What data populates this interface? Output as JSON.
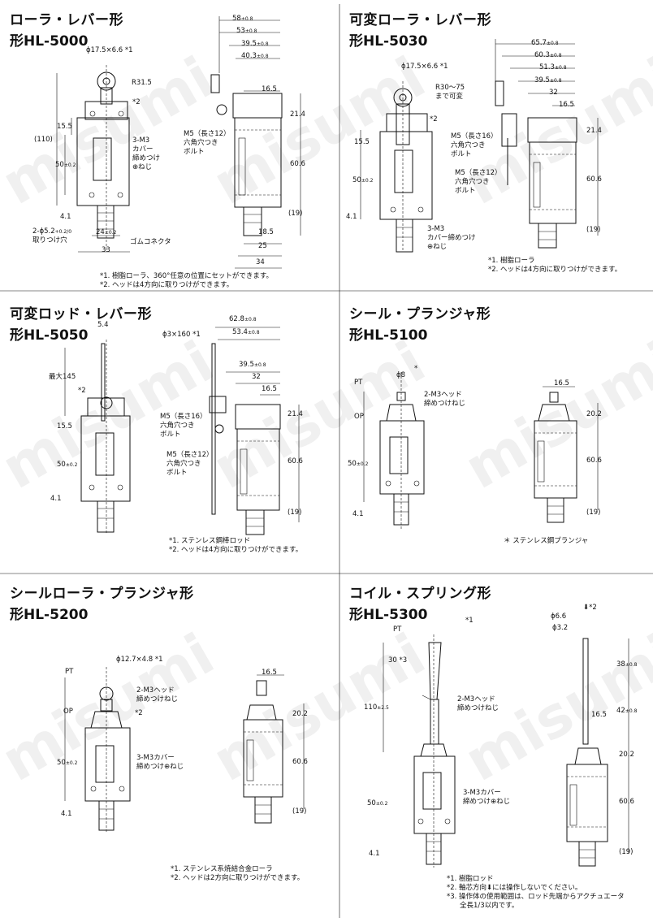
{
  "watermark": "misumi",
  "panels": {
    "p1": {
      "title": "ローラ・レバー形",
      "model": "形HL-5000",
      "labels": {
        "roller": "ϕ17.5×6.6 *1",
        "r": "R31.5",
        "star2": "*2",
        "d155": "15.5",
        "d110": "(110)",
        "d50": "50",
        "d50tol": "±0.2",
        "d41": "4.1",
        "hole": "2-ϕ5.2",
        "holetol": "+0.2/0",
        "holesub": "取りつけ穴",
        "d24": "24",
        "d24tol": "±0.2",
        "d33": "33",
        "m3a": "3-M3",
        "m3b": "カバー",
        "m3c": "締めつけ",
        "m3d": "⊕ねじ",
        "rubber": "ゴムコネクタ",
        "d58": "58",
        "d58tol": "±0.8",
        "d53": "53",
        "d53tol": "±0.8",
        "d395": "39.5",
        "d395tol": "±0.8",
        "d403": "40.3",
        "d403tol": "±0.8",
        "d165": "16.5",
        "d214": "21.4",
        "d606": "60.6",
        "d19": "(19)",
        "d185": "18.5",
        "d25": "25",
        "d34": "34",
        "m5a": "M5（長さ12）",
        "m5b": "六角穴つき",
        "m5c": "ボルト",
        "note1": "*1. 樹脂ローラ、360°任意の位置にセットができます。",
        "note2": "*2. ヘッドは4方向に取りつけができます。"
      }
    },
    "p2": {
      "title": "可変ローラ・レバー形",
      "model": "形HL-5030",
      "labels": {
        "roller": "ϕ17.5×6.6 *1",
        "r": "R30～75",
        "r2": "まで可変",
        "star2": "*2",
        "d155": "15.5",
        "d50": "50",
        "d50tol": "±0.2",
        "d41": "4.1",
        "m3a": "3-M3",
        "m3b": "カバー締めつけ",
        "m3c": "⊕ねじ",
        "d657": "65.7",
        "d657tol": "±0.8",
        "d603": "60.3",
        "d603tol": "±0.8",
        "d513": "51.3",
        "d513tol": "±0.8",
        "d395": "39.5",
        "d395tol": "±0.8",
        "d32": "32",
        "d165": "16.5",
        "d214": "21.4",
        "d606": "60.6",
        "d19": "(19)",
        "m516a": "M5（長さ16）",
        "m516b": "六角穴つき",
        "m516c": "ボルト",
        "m512a": "M5（長さ12）",
        "m512b": "六角穴つき",
        "m512c": "ボルト",
        "note1": "*1. 樹脂ローラ",
        "note2": "*2. ヘッドは4方向に取りつけができます。"
      }
    },
    "p3": {
      "title": "可変ロッド・レバー形",
      "model": "形HL-5050",
      "labels": {
        "d54": "5.4",
        "max": "最大145",
        "star2": "*2",
        "d155": "15.5",
        "d50": "50",
        "d50tol": "±0.2",
        "d41": "4.1",
        "rod": "ϕ3×160 *1",
        "d628": "62.8",
        "d628tol": "±0.8",
        "d534": "53.4",
        "d534tol": "±0.8",
        "d395": "39.5",
        "d395tol": "±0.8",
        "d32": "32",
        "d165": "16.5",
        "d214": "21.4",
        "d606": "60.6",
        "d19": "(19)",
        "m516a": "M5（長さ16）",
        "m516b": "六角穴つき",
        "m516c": "ボルト",
        "m512a": "M5（長さ12）",
        "m512b": "六角穴つき",
        "m512c": "ボルト",
        "note1": "*1. ステンレス鋼棒ロッド",
        "note2": "*2. ヘッドは4方向に取りつけができます。"
      }
    },
    "p4": {
      "title": "シール・プランジャ形",
      "model": "形HL-5100",
      "labels": {
        "pt": "PT",
        "op": "OP",
        "d8": "ϕ8",
        "star": "*",
        "m3a": "2-M3ヘッド",
        "m3b": "締めつけねじ",
        "d50": "50",
        "d50tol": "±0.2",
        "d41": "4.1",
        "d165": "16.5",
        "d202": "20.2",
        "d606": "60.6",
        "d19": "(19)",
        "note1": "＊ ステンレス鋼プランジャ"
      }
    },
    "p5": {
      "title": "シールローラ・プランジャ形",
      "model": "形HL-5200",
      "labels": {
        "roller": "ϕ12.7×4.8 *1",
        "pt": "PT",
        "op": "OP",
        "m3a": "2-M3ヘッド",
        "m3b": "締めつけねじ",
        "star2": "*2",
        "m3ca": "3-M3カバー",
        "m3cb": "締めつけ⊕ねじ",
        "d50": "50",
        "d50tol": "±0.2",
        "d41": "4.1",
        "d165": "16.5",
        "d202": "20.2",
        "d606": "60.6",
        "d19": "(19)",
        "note1": "*1. ステンレス系焼結合金ローラ",
        "note2": "*2. ヘッドは2方向に取りつけができます。"
      }
    },
    "p6": {
      "title": "コイル・スプリング形",
      "model": "形HL-5300",
      "labels": {
        "star1": "*1",
        "pt": "PT",
        "d30": "30 *3",
        "d110": "110",
        "d110tol": "±2.5",
        "m3a": "2-M3ヘッド",
        "m3b": "締めつけねじ",
        "m3ca": "3-M3カバー",
        "m3cb": "締めつけ⊕ねじ",
        "d50": "50",
        "d50tol": "±0.2",
        "d41": "4.1",
        "d66": "ϕ6.6",
        "arrow2": "⬇*2",
        "d32": "ϕ3.2",
        "d38": "38",
        "d38tol": "±0.8",
        "d42": "42",
        "d42tol": "±0.8",
        "d165": "16.5",
        "d202": "20.2",
        "d606": "60.6",
        "d19": "(19)",
        "note1": "*1. 樹脂ロッド",
        "note2": "*2. 軸芯方向⬇には操作しないでください。",
        "note3": "*3. 操作体の使用範囲は、ロッド先端からアクチュエータ",
        "note4": "全長1/3以内です。"
      }
    }
  }
}
